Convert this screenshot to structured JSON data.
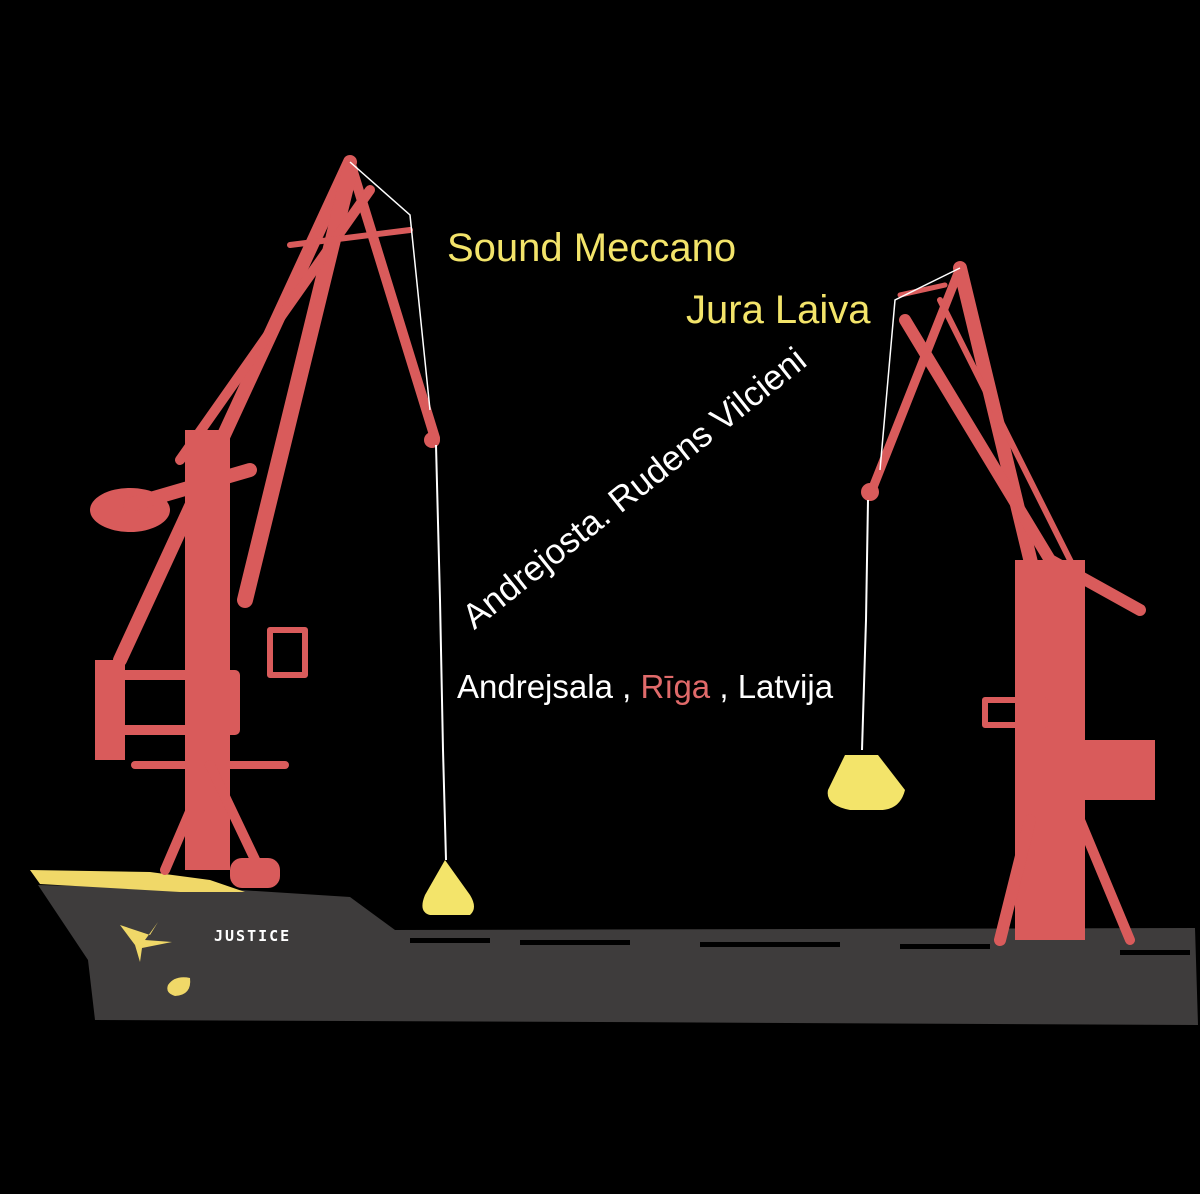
{
  "cover": {
    "title": "Sound Meccano",
    "artist": "Jura Laiva",
    "subtitle": "Andrejosta. Rudens Vilcieni",
    "location": {
      "part1": "Andrejsala",
      "sep1": " , ",
      "city": "Rīga",
      "sep2": " , ",
      "country": "Latvija"
    },
    "ship_name": "JUSTICE"
  },
  "colors": {
    "background": "#000000",
    "crane": "#d95b5b",
    "accent_yellow": "#f3e46a",
    "hull": "#3e3c3c",
    "text": "#ffffff"
  }
}
